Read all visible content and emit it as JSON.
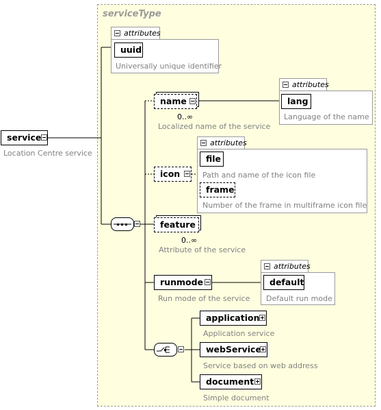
{
  "type_name": "serviceType",
  "attributes_label": "attributes",
  "root": {
    "name": "service",
    "description": "Location Centre service"
  },
  "type_attributes": [
    {
      "name": "uuid",
      "description": "Universally unique identifier"
    }
  ],
  "children": {
    "name": {
      "name": "name",
      "occurrence": "0..∞",
      "description": "Localized name of the service",
      "attributes": [
        {
          "name": "lang",
          "description": "Language of the name"
        }
      ]
    },
    "icon": {
      "name": "icon",
      "description": "",
      "attributes": [
        {
          "name": "file",
          "description": "Path and name of the icon file"
        },
        {
          "name": "frame",
          "description": "Number of the frame in multiframe icon file"
        }
      ]
    },
    "feature": {
      "name": "feature",
      "occurrence": "0..∞",
      "description": "Attribute of the service"
    },
    "runmode": {
      "name": "runmode",
      "description": "Run mode of the service",
      "attributes": [
        {
          "name": "default",
          "description": "Default run mode"
        }
      ]
    },
    "choice": [
      {
        "name": "application",
        "description": "Application service"
      },
      {
        "name": "webService",
        "description": "Service based on web address"
      },
      {
        "name": "document",
        "description": "Simple document"
      }
    ]
  }
}
